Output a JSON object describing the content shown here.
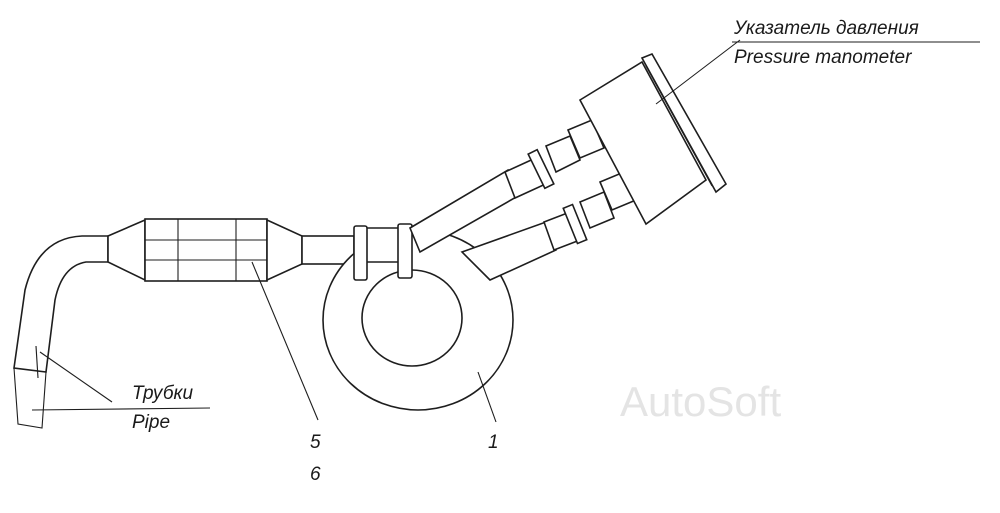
{
  "callouts": {
    "gauge_ru": "Указатель давления",
    "gauge_en": "Pressure manometer",
    "pipe_ru": "Трубки",
    "pipe_en": "Pipe"
  },
  "part_numbers": {
    "filter_a": "5",
    "filter_b": "6",
    "coil": "1"
  },
  "watermark": "AutoSoft"
}
